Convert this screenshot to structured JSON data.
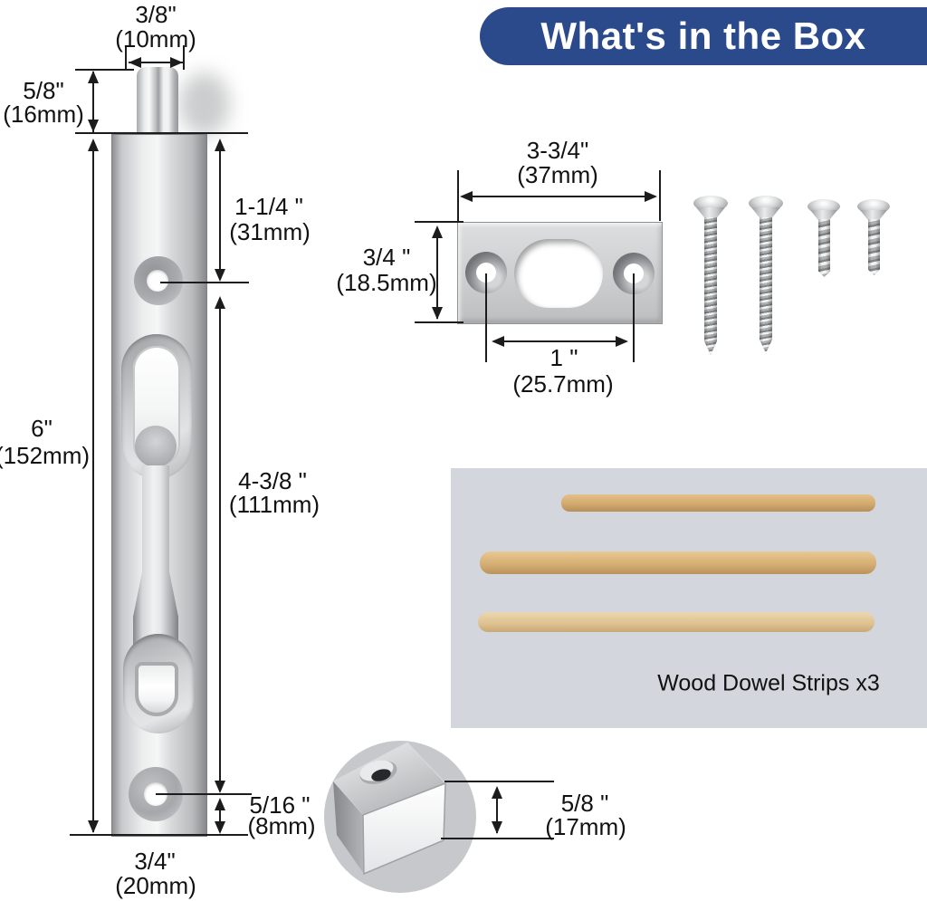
{
  "title": "What's in the Box",
  "bolt": {
    "dims": {
      "pin_width": {
        "in": "3/8\"",
        "mm": "(10mm)"
      },
      "pin_height": {
        "in": "5/8\"",
        "mm": "(16mm)"
      },
      "top_hole_offset": {
        "in": "1-1/4 \"",
        "mm": "(31mm)"
      },
      "total_length": {
        "in": "6\"",
        "mm": "(152mm)"
      },
      "hole_spacing": {
        "in": "4-3/8 \"",
        "mm": "(111mm)"
      },
      "bottom_hole_offset": {
        "in": "5/16 \"",
        "mm": "(8mm)"
      },
      "body_width": {
        "in": "3/4\"",
        "mm": "(20mm)"
      }
    }
  },
  "strike_plate": {
    "dims": {
      "width": {
        "in": "3-3/4\"",
        "mm": "(37mm)"
      },
      "height": {
        "in": "3/4 \"",
        "mm": "(18.5mm)"
      },
      "hole_spacing": {
        "in": "1 \"",
        "mm": "(25.7mm)"
      }
    }
  },
  "bolt_end_detail": {
    "dims": {
      "width": {
        "in": "5/8 \"",
        "mm": "(17mm)"
      }
    }
  },
  "dowels": {
    "label": "Wood Dowel Strips x3"
  },
  "colors": {
    "banner_blue": "#2b4a8c",
    "panel_gray": "#d3d6dc",
    "dowel_tan": "#d4ab74",
    "line_black": "#1c1c1c"
  }
}
